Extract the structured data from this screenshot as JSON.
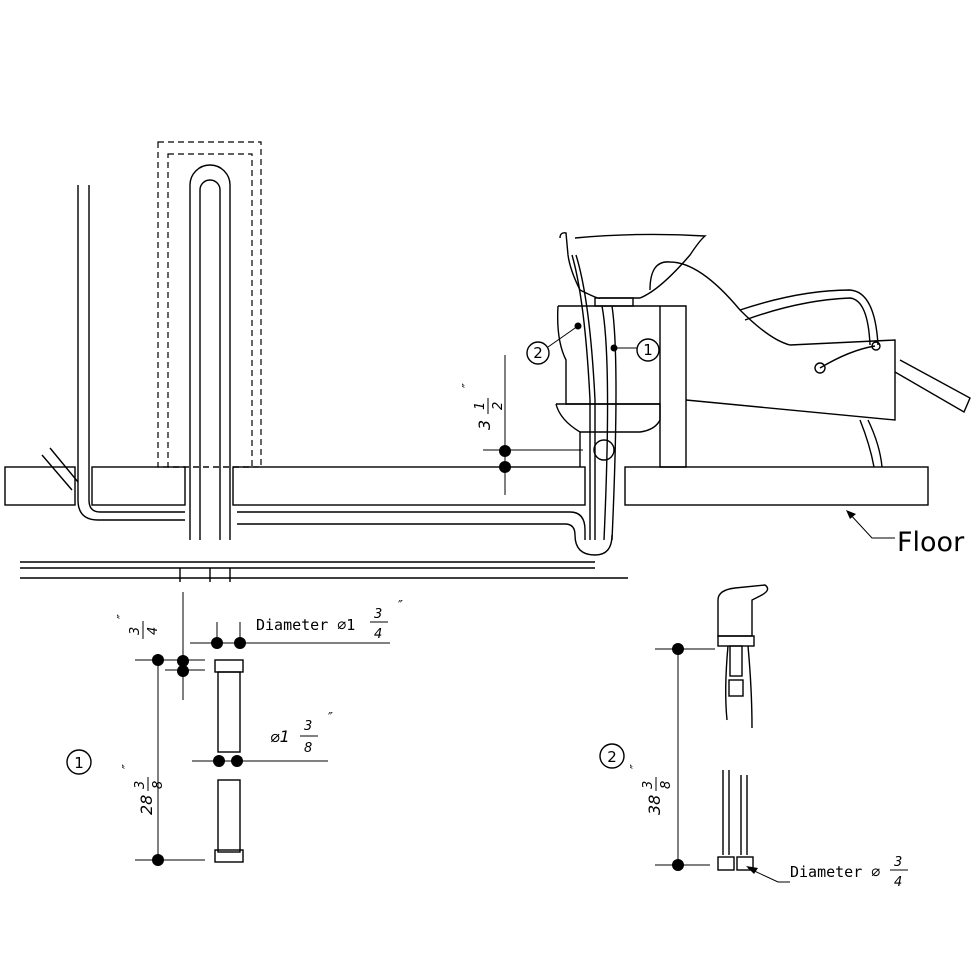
{
  "labels": {
    "floor": "Floor",
    "callout_1": "1",
    "callout_2": "2",
    "drain_height": {
      "whole": "3",
      "num": "1",
      "den": "2",
      "unit": "″"
    },
    "hose1": {
      "callout": "1",
      "length": {
        "whole": "28",
        "num": "3",
        "den": "8",
        "unit": "″"
      },
      "end_height": {
        "num": "3",
        "den": "4",
        "unit": "″"
      },
      "outer_diameter": {
        "prefix": "Diameter ⌀1",
        "num": "3",
        "den": "4",
        "unit": "″"
      },
      "inner_diameter": {
        "prefix": "⌀1",
        "num": "3",
        "den": "8",
        "unit": "″"
      }
    },
    "hose2": {
      "callout": "2",
      "length": {
        "whole": "38",
        "num": "3",
        "den": "8",
        "unit": "″"
      },
      "diameter": {
        "prefix": "Diameter ⌀",
        "num": "3",
        "den": "4"
      }
    }
  }
}
